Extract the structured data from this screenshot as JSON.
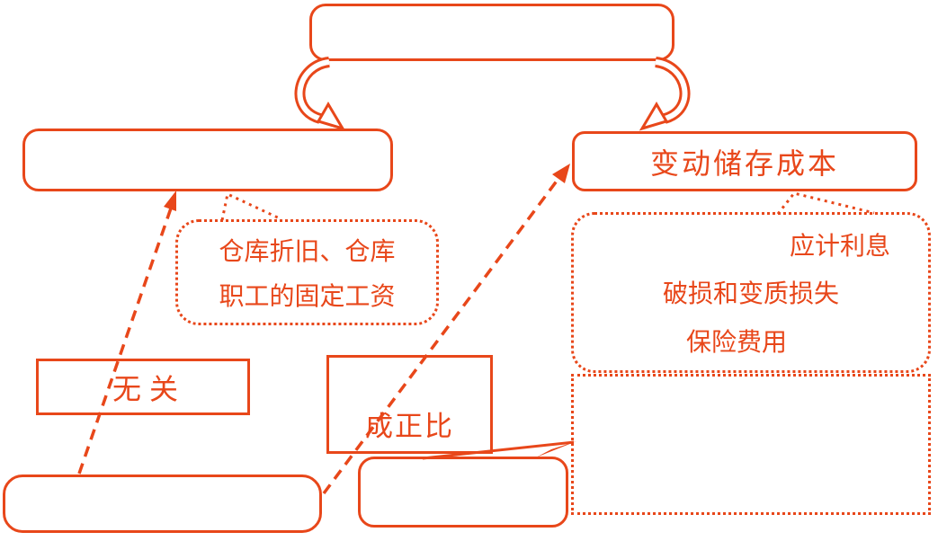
{
  "colors": {
    "accent": "#e8471a"
  },
  "boxes": {
    "top": {
      "label": ""
    },
    "left": {
      "label": ""
    },
    "right": {
      "label": "变动储存成本"
    },
    "relation_left": {
      "label": "无关"
    },
    "relation_right": {
      "label": "成正比"
    },
    "bottom_left": {
      "label": ""
    },
    "bottom_mid": {
      "label": ""
    },
    "dotted_region": {
      "label": ""
    }
  },
  "callouts": {
    "left": {
      "lines": [
        "仓库折旧、仓库",
        "职工的固定工资"
      ]
    },
    "right": {
      "lines": [
        "应计利息",
        "破损和变质损失",
        "保险费用"
      ]
    }
  }
}
